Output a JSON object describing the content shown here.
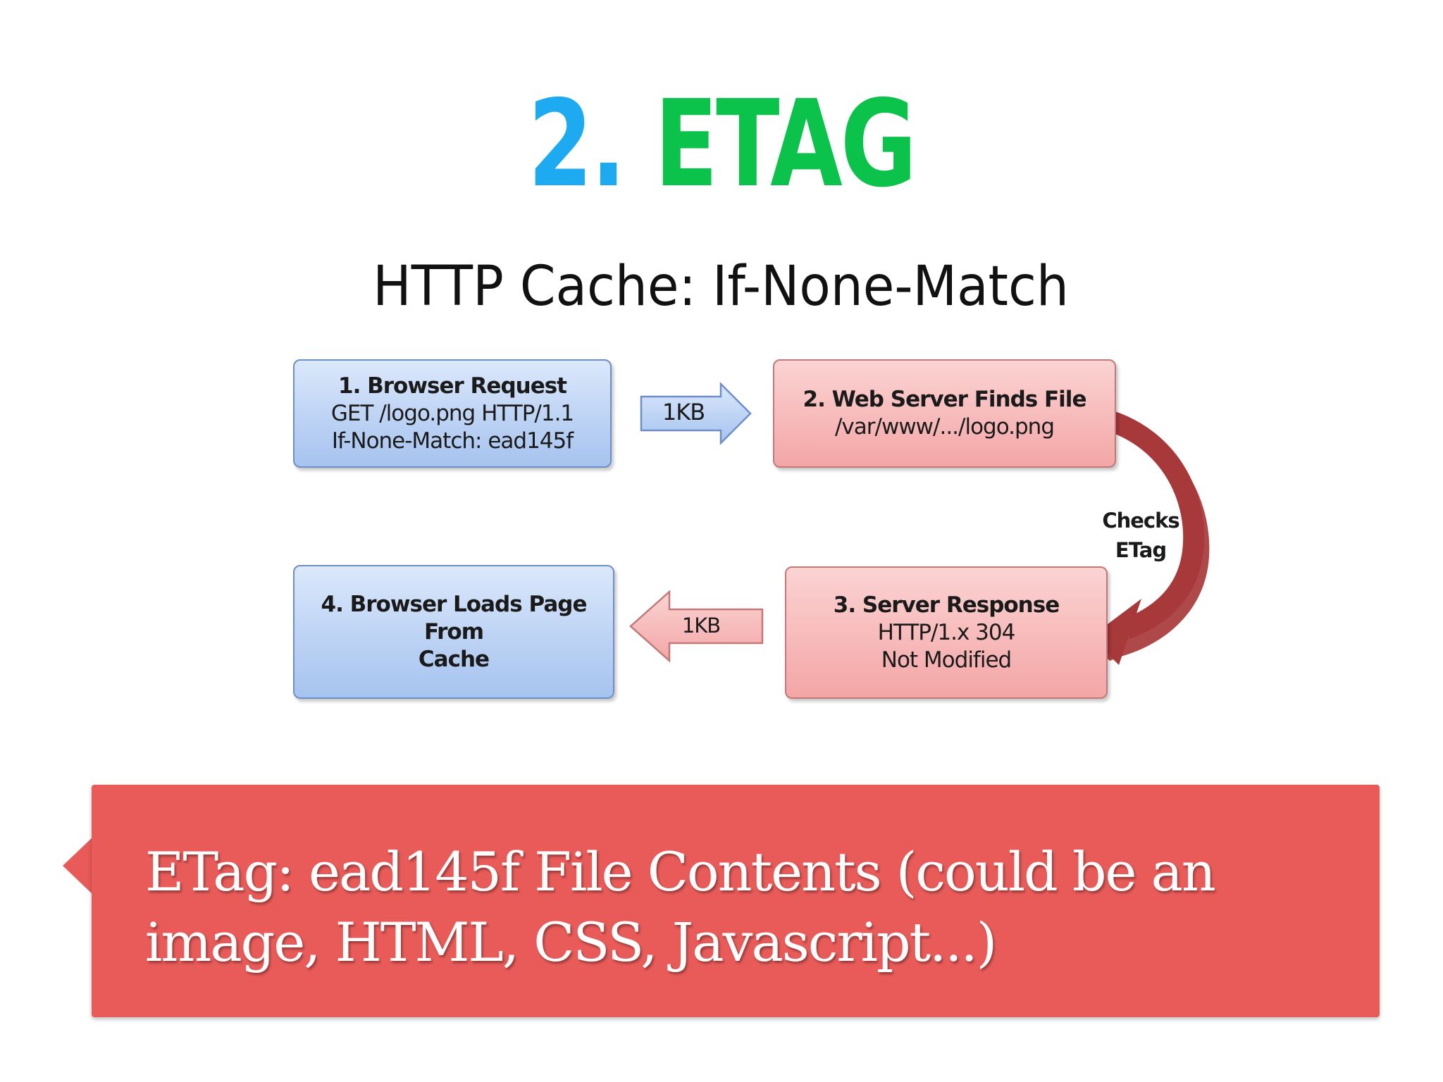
{
  "slide": {
    "title_number": "2.",
    "title_word": "ETAG",
    "colors": {
      "number": "#1eaaf1",
      "word": "#0bc24a",
      "callout_background": "#e85b59",
      "box_blue": "#bdd3f4",
      "box_red": "#f7baba",
      "curved_arrow": "#a8393a"
    }
  },
  "diagram": {
    "title": "HTTP Cache: If-None-Match",
    "steps": [
      {
        "title": "1. Browser Request",
        "lines": [
          "GET /logo.png HTTP/1.1",
          "If-None-Match: ead145f"
        ]
      },
      {
        "title": "2. Web Server Finds File",
        "lines": [
          "/var/www/.../logo.png"
        ]
      },
      {
        "title": "3. Server Response",
        "lines": [
          "HTTP/1.x 304",
          "Not Modified"
        ]
      },
      {
        "title": "4. Browser Loads Page From",
        "lines": [
          "Cache"
        ]
      }
    ],
    "arrows": {
      "request_size": "1KB",
      "response_size": "1KB",
      "check_line1": "Checks",
      "check_line2": "ETag"
    }
  },
  "callout": {
    "text": "ETag: ead145f File Contents (could be an image, HTML, CSS, Javascript...)"
  }
}
